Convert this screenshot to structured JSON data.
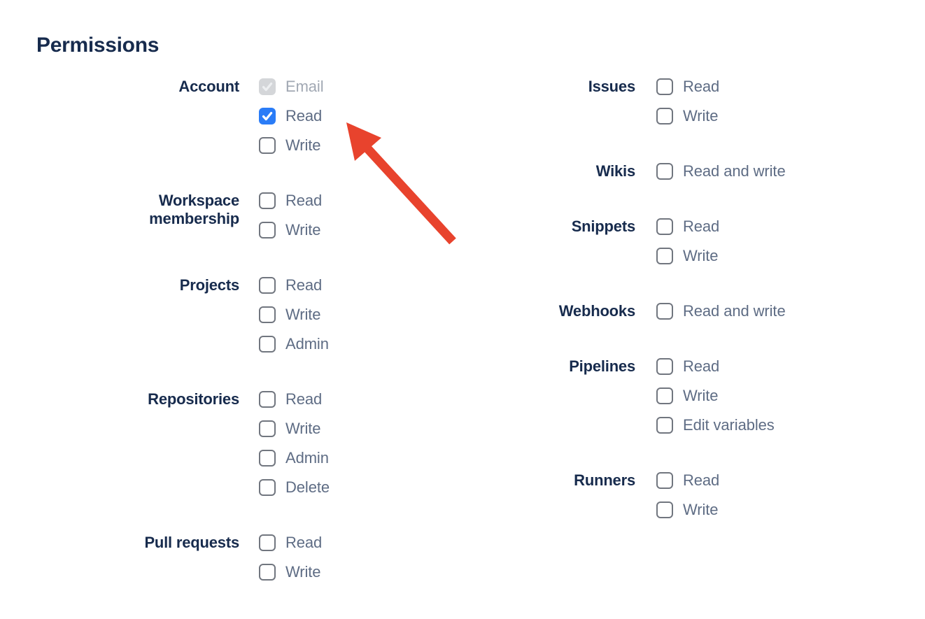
{
  "title": "Permissions",
  "colors": {
    "heading": "#172B4D",
    "group_label": "#172B4D",
    "option_label": "#5E6C84",
    "option_label_disabled": "#A1A8B3",
    "checkbox_border": "#71767F",
    "checkbox_checked_bg": "#2A7CF7",
    "checkbox_check": "#FFFFFF",
    "checkbox_disabled_bg": "#D4D6D9",
    "checkbox_disabled_check": "#EDEFF1",
    "arrow": "#E8432D"
  },
  "columns": [
    {
      "groups": [
        {
          "label": "Account",
          "options": [
            {
              "label": "Email",
              "checked": true,
              "disabled": true
            },
            {
              "label": "Read",
              "checked": true,
              "disabled": false
            },
            {
              "label": "Write",
              "checked": false,
              "disabled": false
            }
          ]
        },
        {
          "label": "Workspace membership",
          "options": [
            {
              "label": "Read",
              "checked": false,
              "disabled": false
            },
            {
              "label": "Write",
              "checked": false,
              "disabled": false
            }
          ]
        },
        {
          "label": "Projects",
          "options": [
            {
              "label": "Read",
              "checked": false,
              "disabled": false
            },
            {
              "label": "Write",
              "checked": false,
              "disabled": false
            },
            {
              "label": "Admin",
              "checked": false,
              "disabled": false
            }
          ]
        },
        {
          "label": "Repositories",
          "options": [
            {
              "label": "Read",
              "checked": false,
              "disabled": false
            },
            {
              "label": "Write",
              "checked": false,
              "disabled": false
            },
            {
              "label": "Admin",
              "checked": false,
              "disabled": false
            },
            {
              "label": "Delete",
              "checked": false,
              "disabled": false
            }
          ]
        },
        {
          "label": "Pull requests",
          "options": [
            {
              "label": "Read",
              "checked": false,
              "disabled": false
            },
            {
              "label": "Write",
              "checked": false,
              "disabled": false
            }
          ]
        }
      ]
    },
    {
      "groups": [
        {
          "label": "Issues",
          "options": [
            {
              "label": "Read",
              "checked": false,
              "disabled": false
            },
            {
              "label": "Write",
              "checked": false,
              "disabled": false
            }
          ]
        },
        {
          "label": "Wikis",
          "options": [
            {
              "label": "Read and write",
              "checked": false,
              "disabled": false
            }
          ]
        },
        {
          "label": "Snippets",
          "options": [
            {
              "label": "Read",
              "checked": false,
              "disabled": false
            },
            {
              "label": "Write",
              "checked": false,
              "disabled": false
            }
          ]
        },
        {
          "label": "Webhooks",
          "options": [
            {
              "label": "Read and write",
              "checked": false,
              "disabled": false
            }
          ]
        },
        {
          "label": "Pipelines",
          "options": [
            {
              "label": "Read",
              "checked": false,
              "disabled": false
            },
            {
              "label": "Write",
              "checked": false,
              "disabled": false
            },
            {
              "label": "Edit variables",
              "checked": false,
              "disabled": false
            }
          ]
        },
        {
          "label": "Runners",
          "options": [
            {
              "label": "Read",
              "checked": false,
              "disabled": false
            },
            {
              "label": "Write",
              "checked": false,
              "disabled": false
            }
          ]
        }
      ]
    }
  ],
  "annotation": {
    "type": "arrow",
    "color": "#E8432D",
    "points_at": "Account Read checkbox",
    "direction": "up-left"
  }
}
